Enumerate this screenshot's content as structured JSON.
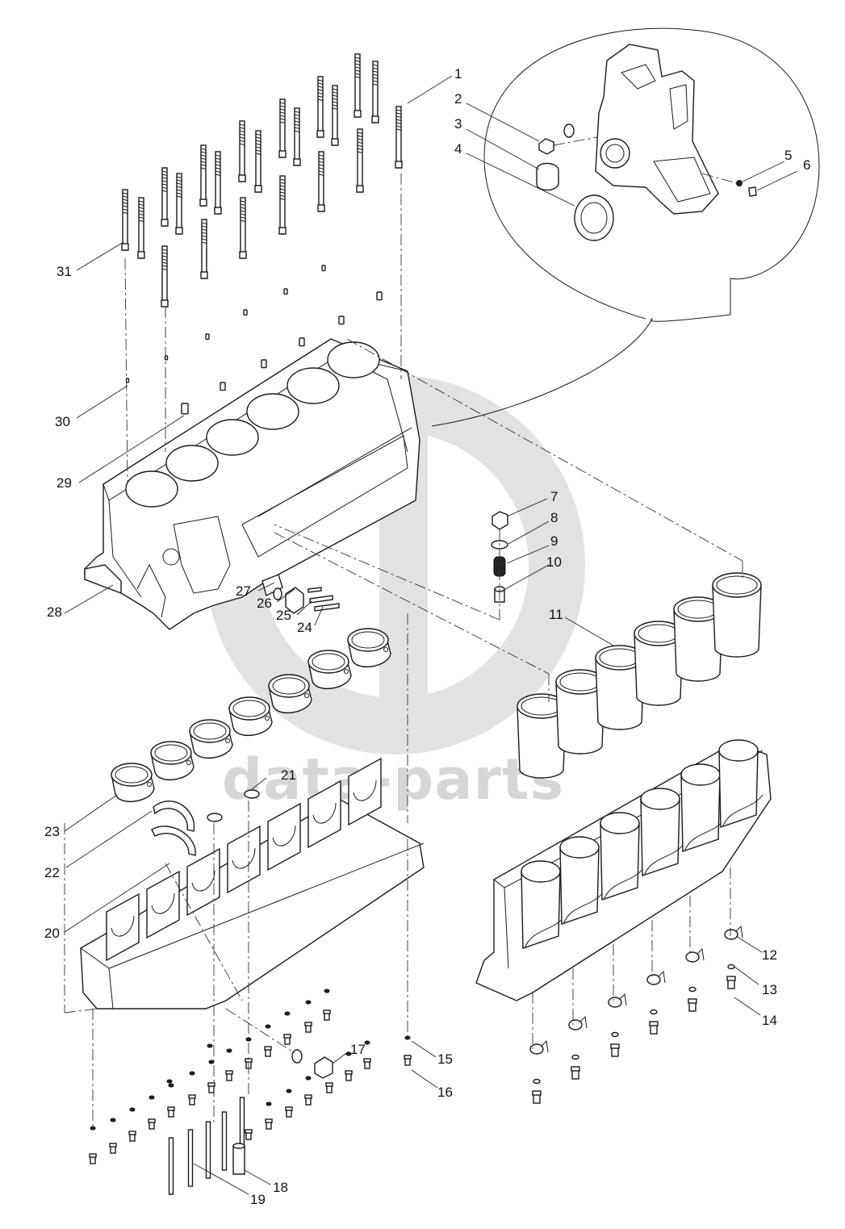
{
  "watermark": {
    "text": "data-parts",
    "color": "#d6d6d6"
  },
  "callouts": [
    "1",
    "2",
    "3",
    "4",
    "5",
    "6",
    "7",
    "8",
    "9",
    "10",
    "11",
    "12",
    "13",
    "14",
    "15",
    "16",
    "17",
    "18",
    "19",
    "20",
    "21",
    "22",
    "23",
    "24",
    "25",
    "26",
    "27",
    "28",
    "29",
    "30",
    "31"
  ],
  "colors": {
    "line": "#1a1a1a",
    "background": "#ffffff",
    "watermark": "#d6d6d6"
  }
}
